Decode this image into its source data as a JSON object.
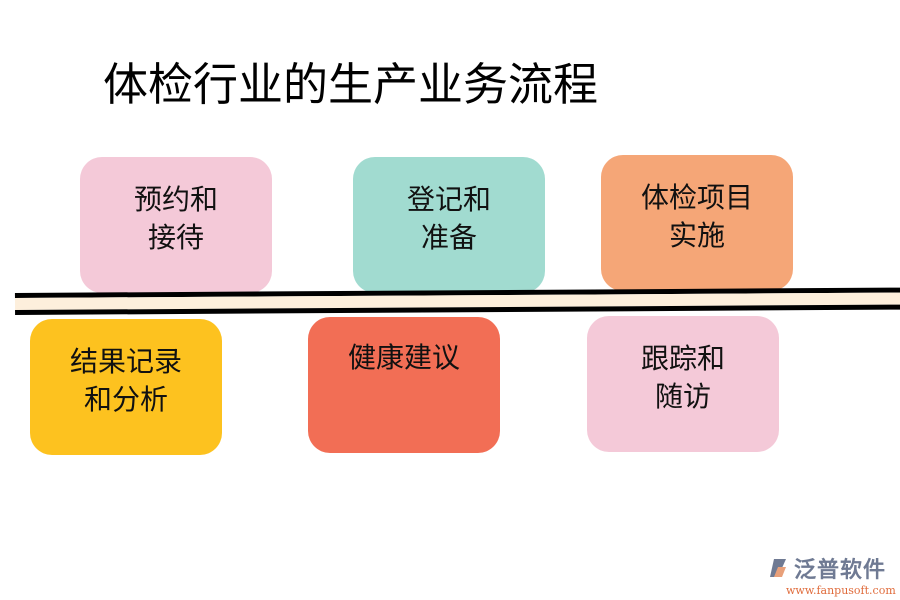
{
  "title": "体检行业的生产业务流程",
  "steps": [
    {
      "label": "预约和\n接待",
      "color": "#f4c9d8"
    },
    {
      "label": "登记和\n准备",
      "color": "#a1dbd0"
    },
    {
      "label": "体检项目\n实施",
      "color": "#f5a677"
    },
    {
      "label": "结果记录\n和分析",
      "color": "#fdc21f"
    },
    {
      "label": "健康建议",
      "color": "#f26e55"
    },
    {
      "label": "跟踪和\n随访",
      "color": "#f4c9d8"
    }
  ],
  "logo": {
    "name": "泛普软件",
    "url": "www.fanpusoft.com"
  }
}
